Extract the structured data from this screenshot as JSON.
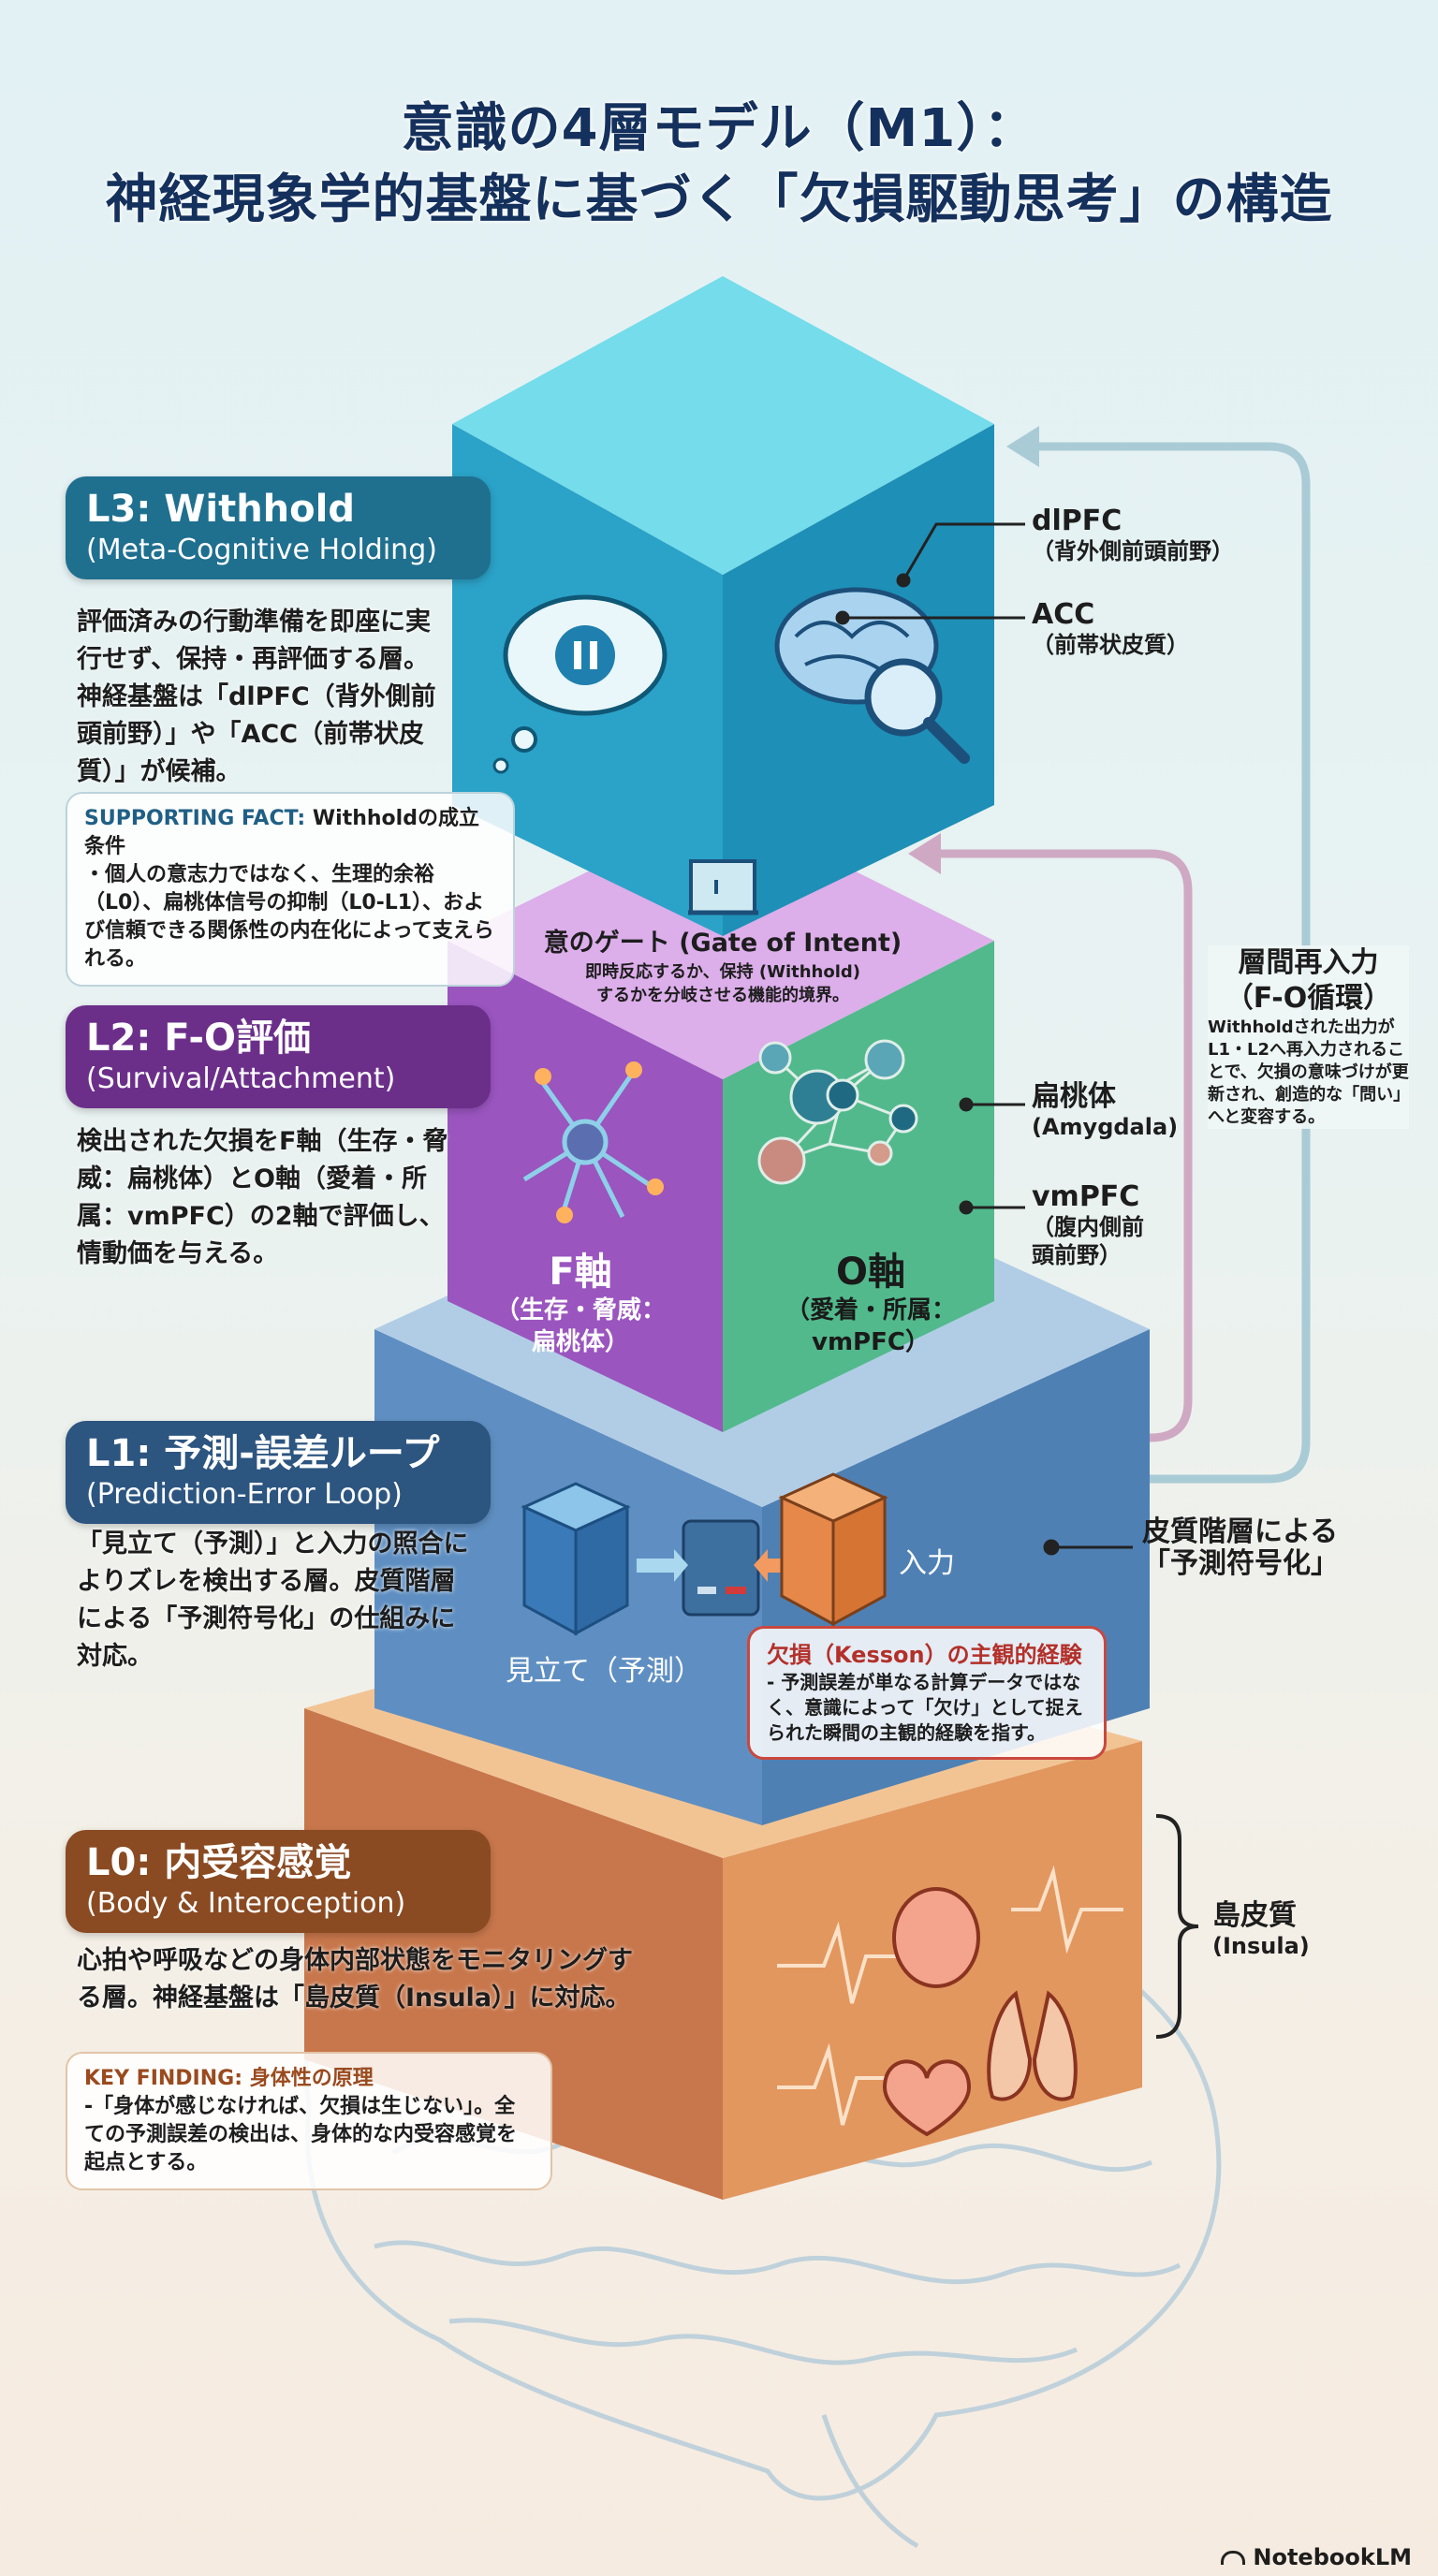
{
  "title": {
    "line1": "意識の4層モデル（M1）：",
    "line2": "神経現象学的基盤に基づく「欠損駆動思考」の構造"
  },
  "colors": {
    "l3": "#1f6f8f",
    "l2": "#6b2f8a",
    "l1": "#2c5580",
    "l0": "#8a4a22",
    "title": "#14305c",
    "kesson": "#b3302a"
  },
  "layers": {
    "l3": {
      "heading": "L3: Withhold",
      "subheading": "(Meta-Cognitive Holding)",
      "body": "評価済みの行動準備を即座に実行せず、保持・再評価する層。神経基盤は「dlPFC（背外側前頭前野）」や「ACC（前帯状皮質）」が候補。",
      "card_label": "SUPPORTING FACT:",
      "card_title": "Withholdの成立条件",
      "card_body": "・個人の意志力ではなく、生理的余裕（L0）、扁桃体信号の抑制（L0-L1）、および信頼できる関係性の内在化によって支えられる。",
      "icons": [
        "thought-bubble-pause-icon",
        "brain-magnifier-icon"
      ],
      "callouts": [
        {
          "label": "dlPFC",
          "sub": "（背外側前頭前野）"
        },
        {
          "label": "ACC",
          "sub": "（前帯状皮質）"
        }
      ]
    },
    "gate": {
      "title": "意のゲート (Gate of Intent)",
      "line1": "即時反応するか、保持 (Withhold)",
      "line2": "するかを分岐させる機能的境界。"
    },
    "l2": {
      "heading": "L2: F-O評価",
      "subheading": "(Survival/Attachment)",
      "body": "検出された欠損をF軸（生存・脅威：扁桃体）とO軸（愛着・所属：vmPFC）の2軸で評価し、情動価を与える。",
      "f_axis": {
        "title": "F軸",
        "sub1": "（生存・脅威：",
        "sub2": "扁桃体）"
      },
      "o_axis": {
        "title": "O軸",
        "sub1": "（愛着・所属：",
        "sub2": "vmPFC）"
      },
      "callouts": [
        {
          "label": "扁桃体",
          "sub": "(Amygdala)"
        },
        {
          "label": "vmPFC",
          "sub": "（腹内側前頭前野）"
        }
      ]
    },
    "l1": {
      "heading": "L1: 予測-誤差ループ",
      "subheading": "(Prediction-Error Loop)",
      "body": "「見立て（予測）」と入力の照合によりズレを検出する層。皮質階層による「予測符号化」の仕組みに対応。",
      "prediction_label": "見立て（予測）",
      "input_label": "入力",
      "callout": {
        "line1": "皮質階層による",
        "line2": "「予測符号化」"
      },
      "kesson": {
        "title": "欠損（Kesson）の主観的経験",
        "body": "- 予測誤差が単なる計算データではなく、意識によって「欠け」として捉えられた瞬間の主観的経験を指す。"
      }
    },
    "l0": {
      "heading": "L0: 内受容感覚",
      "subheading": "(Body & Interoception)",
      "body": "心拍や呼吸などの身体内部状態をモニタリングする層。神経基盤は「島皮質（Insula）」に対応。",
      "card_label": "KEY FINDING:",
      "card_title": "身体性の原理",
      "card_body": "-「身体が感じなければ、欠損は生じない」。全ての予測誤差の検出は、身体的な内受容感覚を起点とする。",
      "callout": {
        "label": "島皮質",
        "sub": "(Insula)"
      }
    }
  },
  "reentry": {
    "title": "層間再入力",
    "subtitle": "（F-O循環）",
    "body": "Withholdされた出力がL1・L2へ再入力されることで、欠損の意味づけが更新され、創造的な「問い」へと変容する。"
  },
  "footer": {
    "brand": "NotebookLM"
  }
}
